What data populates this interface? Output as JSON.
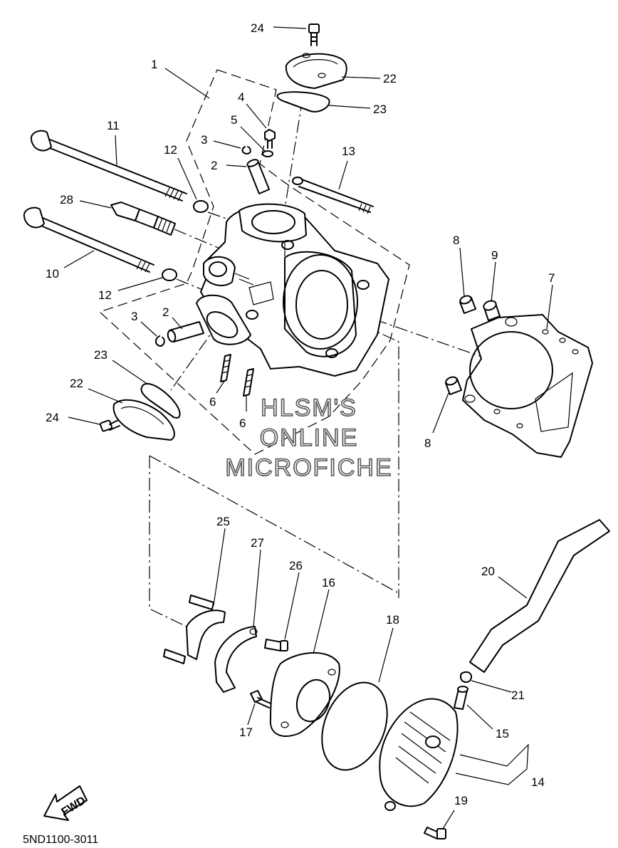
{
  "diagram": {
    "part_code": "5ND1100-3011",
    "watermark": [
      "HLSM'S",
      "ONLINE",
      "MICROFICHE"
    ],
    "fwd_label": "FWD",
    "callouts": [
      {
        "id": "c24a",
        "label": "24"
      },
      {
        "id": "c22a",
        "label": "22"
      },
      {
        "id": "c23a",
        "label": "23"
      },
      {
        "id": "c1",
        "label": "1"
      },
      {
        "id": "c4",
        "label": "4"
      },
      {
        "id": "c5",
        "label": "5"
      },
      {
        "id": "c3a",
        "label": "3"
      },
      {
        "id": "c2a",
        "label": "2"
      },
      {
        "id": "c11",
        "label": "11"
      },
      {
        "id": "c12a",
        "label": "12"
      },
      {
        "id": "c13",
        "label": "13"
      },
      {
        "id": "c28",
        "label": "28"
      },
      {
        "id": "c10",
        "label": "10"
      },
      {
        "id": "c12b",
        "label": "12"
      },
      {
        "id": "c3b",
        "label": "3"
      },
      {
        "id": "c2b",
        "label": "2"
      },
      {
        "id": "c23b",
        "label": "23"
      },
      {
        "id": "c22b",
        "label": "22"
      },
      {
        "id": "c24b",
        "label": "24"
      },
      {
        "id": "c6a",
        "label": "6"
      },
      {
        "id": "c6b",
        "label": "6"
      },
      {
        "id": "c8a",
        "label": "8"
      },
      {
        "id": "c9",
        "label": "9"
      },
      {
        "id": "c7",
        "label": "7"
      },
      {
        "id": "c8b",
        "label": "8"
      },
      {
        "id": "c25",
        "label": "25"
      },
      {
        "id": "c27",
        "label": "27"
      },
      {
        "id": "c26",
        "label": "26"
      },
      {
        "id": "c16",
        "label": "16"
      },
      {
        "id": "c18",
        "label": "18"
      },
      {
        "id": "c20",
        "label": "20"
      },
      {
        "id": "c21",
        "label": "21"
      },
      {
        "id": "c15",
        "label": "15"
      },
      {
        "id": "c14",
        "label": "14"
      },
      {
        "id": "c17",
        "label": "17"
      },
      {
        "id": "c19",
        "label": "19"
      }
    ]
  }
}
